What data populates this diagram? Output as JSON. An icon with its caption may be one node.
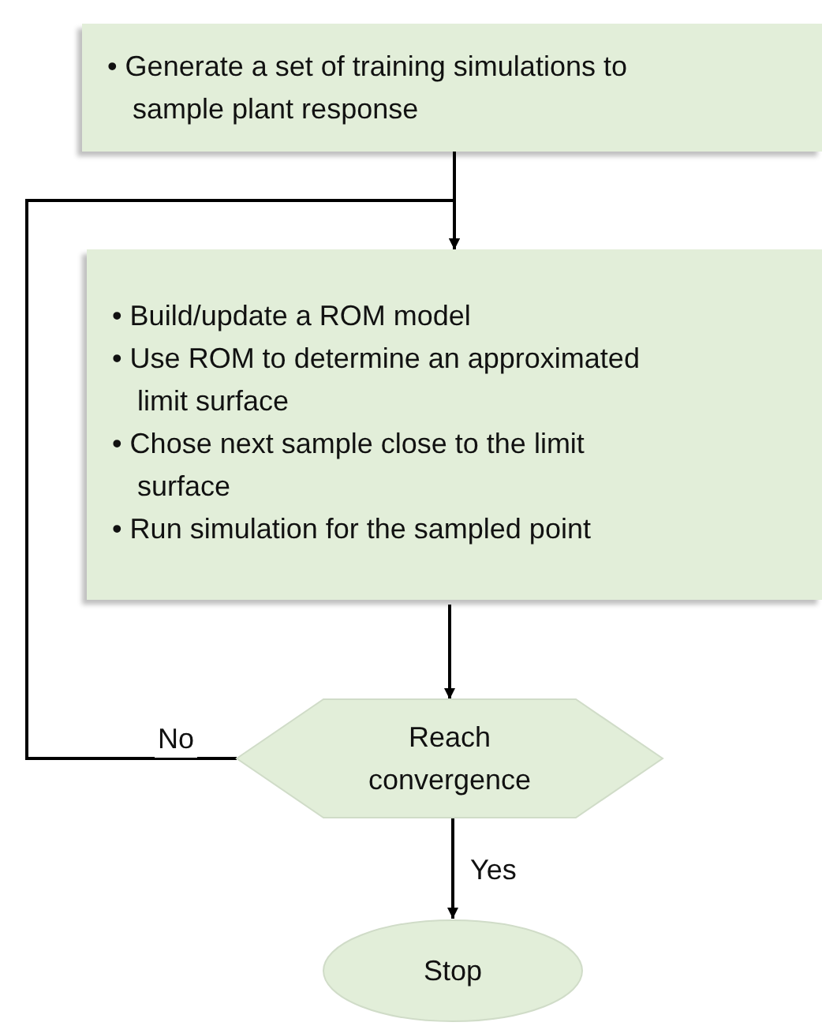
{
  "diagram": {
    "nodes": [
      {
        "text": [
          "• Generate a set of training simulations to sample plant response"
        ]
      },
      {
        "text": [
          "• Build/update a ROM model",
          "• Use ROM to determine an approximated limit surface",
          "• Chose next sample close to the limit surface",
          "• Run simulation for the sampled point"
        ]
      },
      {
        "text": [
          "Reach convergence"
        ]
      },
      {
        "text": [
          "Stop"
        ]
      }
    ],
    "edges": [
      {
        "from": 0,
        "to": 1,
        "arrow": "to"
      },
      {
        "from": 2,
        "to": 1,
        "arrow": "to",
        "label": "No"
      },
      {
        "from": 1,
        "to": 2,
        "arrow": "to"
      },
      {
        "from": 2,
        "to": 3,
        "arrow": "to",
        "label": "Yes"
      }
    ]
  }
}
